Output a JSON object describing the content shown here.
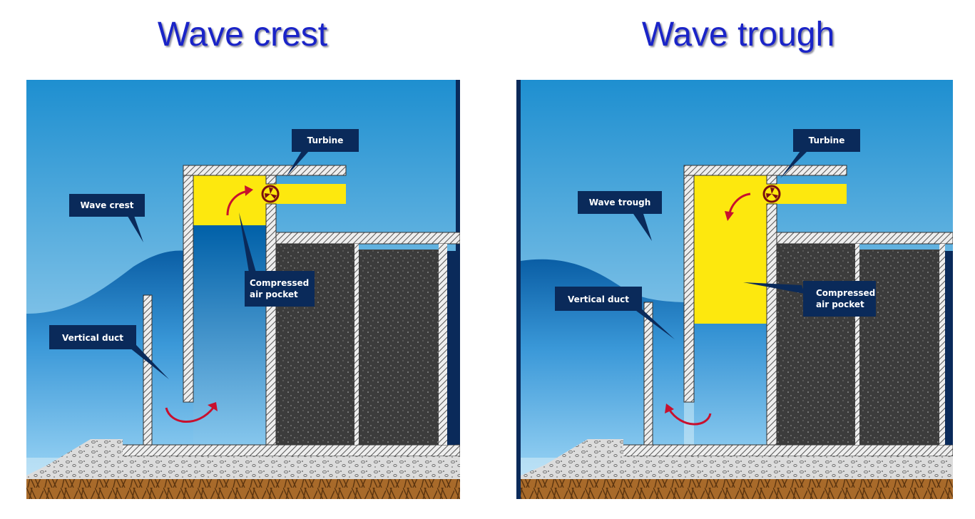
{
  "titles": {
    "left": "Wave crest",
    "right": "Wave trough"
  },
  "panels": {
    "left": {
      "labels": {
        "turbine": "Turbine",
        "wave": "Wave crest",
        "duct": "Vertical duct",
        "air_line1": "Compressed",
        "air_line2": "air pocket"
      }
    },
    "right": {
      "labels": {
        "turbine": "Turbine",
        "wave": "Wave trough",
        "duct": "Vertical duct",
        "air_line1": "Compressed",
        "air_line2": "air pocket"
      }
    }
  },
  "colors": {
    "title": "#1a24c8",
    "label_box": "#0a2a5a",
    "air": "#fde80e",
    "arrow": "#c8102e",
    "water_dark": "#005aa0",
    "concrete": "#3e3e3e"
  },
  "icons": [
    "turbine-icon",
    "flow-arrow-icon"
  ]
}
